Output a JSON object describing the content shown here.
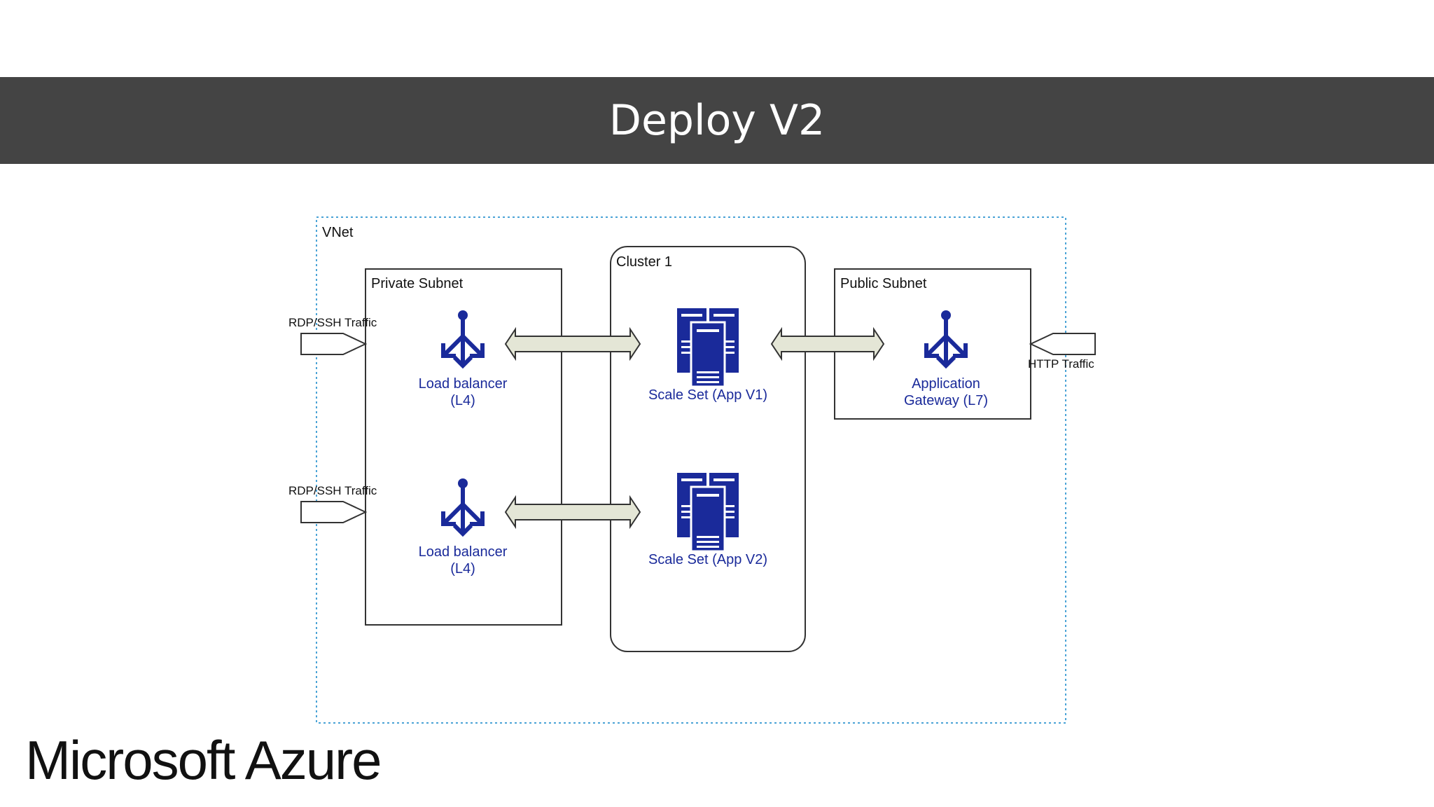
{
  "slide": {
    "title": "Deploy V2",
    "logo_text": "Microsoft Azure"
  },
  "diagram": {
    "vnet_label": "VNet",
    "private_subnet_label": "Private Subnet",
    "cluster_label": "Cluster 1",
    "public_subnet_label": "Public Subnet",
    "traffic_rdp_top": "RDP/SSH Traffic",
    "traffic_rdp_bottom": "RDP/SSH Traffic",
    "traffic_http": "HTTP Traffic",
    "lb_top": {
      "line1": "Load balancer",
      "line2": "(L4)"
    },
    "lb_bottom": {
      "line1": "Load balancer",
      "line2": "(L4)"
    },
    "scale_set_v1": "Scale Set (App V1)",
    "scale_set_v2": "Scale Set (App V2)",
    "app_gateway": {
      "line1": "Application",
      "line2": "Gateway (L7)"
    },
    "icon_names": [
      "load-balancer-icon",
      "server-icon",
      "application-gateway-icon"
    ]
  },
  "colors": {
    "title_bar": "#444444",
    "azure_blue": "#1a2a9a",
    "vnet_border": "#4aa3d6",
    "arrow_fill": "#e4e6d6"
  }
}
